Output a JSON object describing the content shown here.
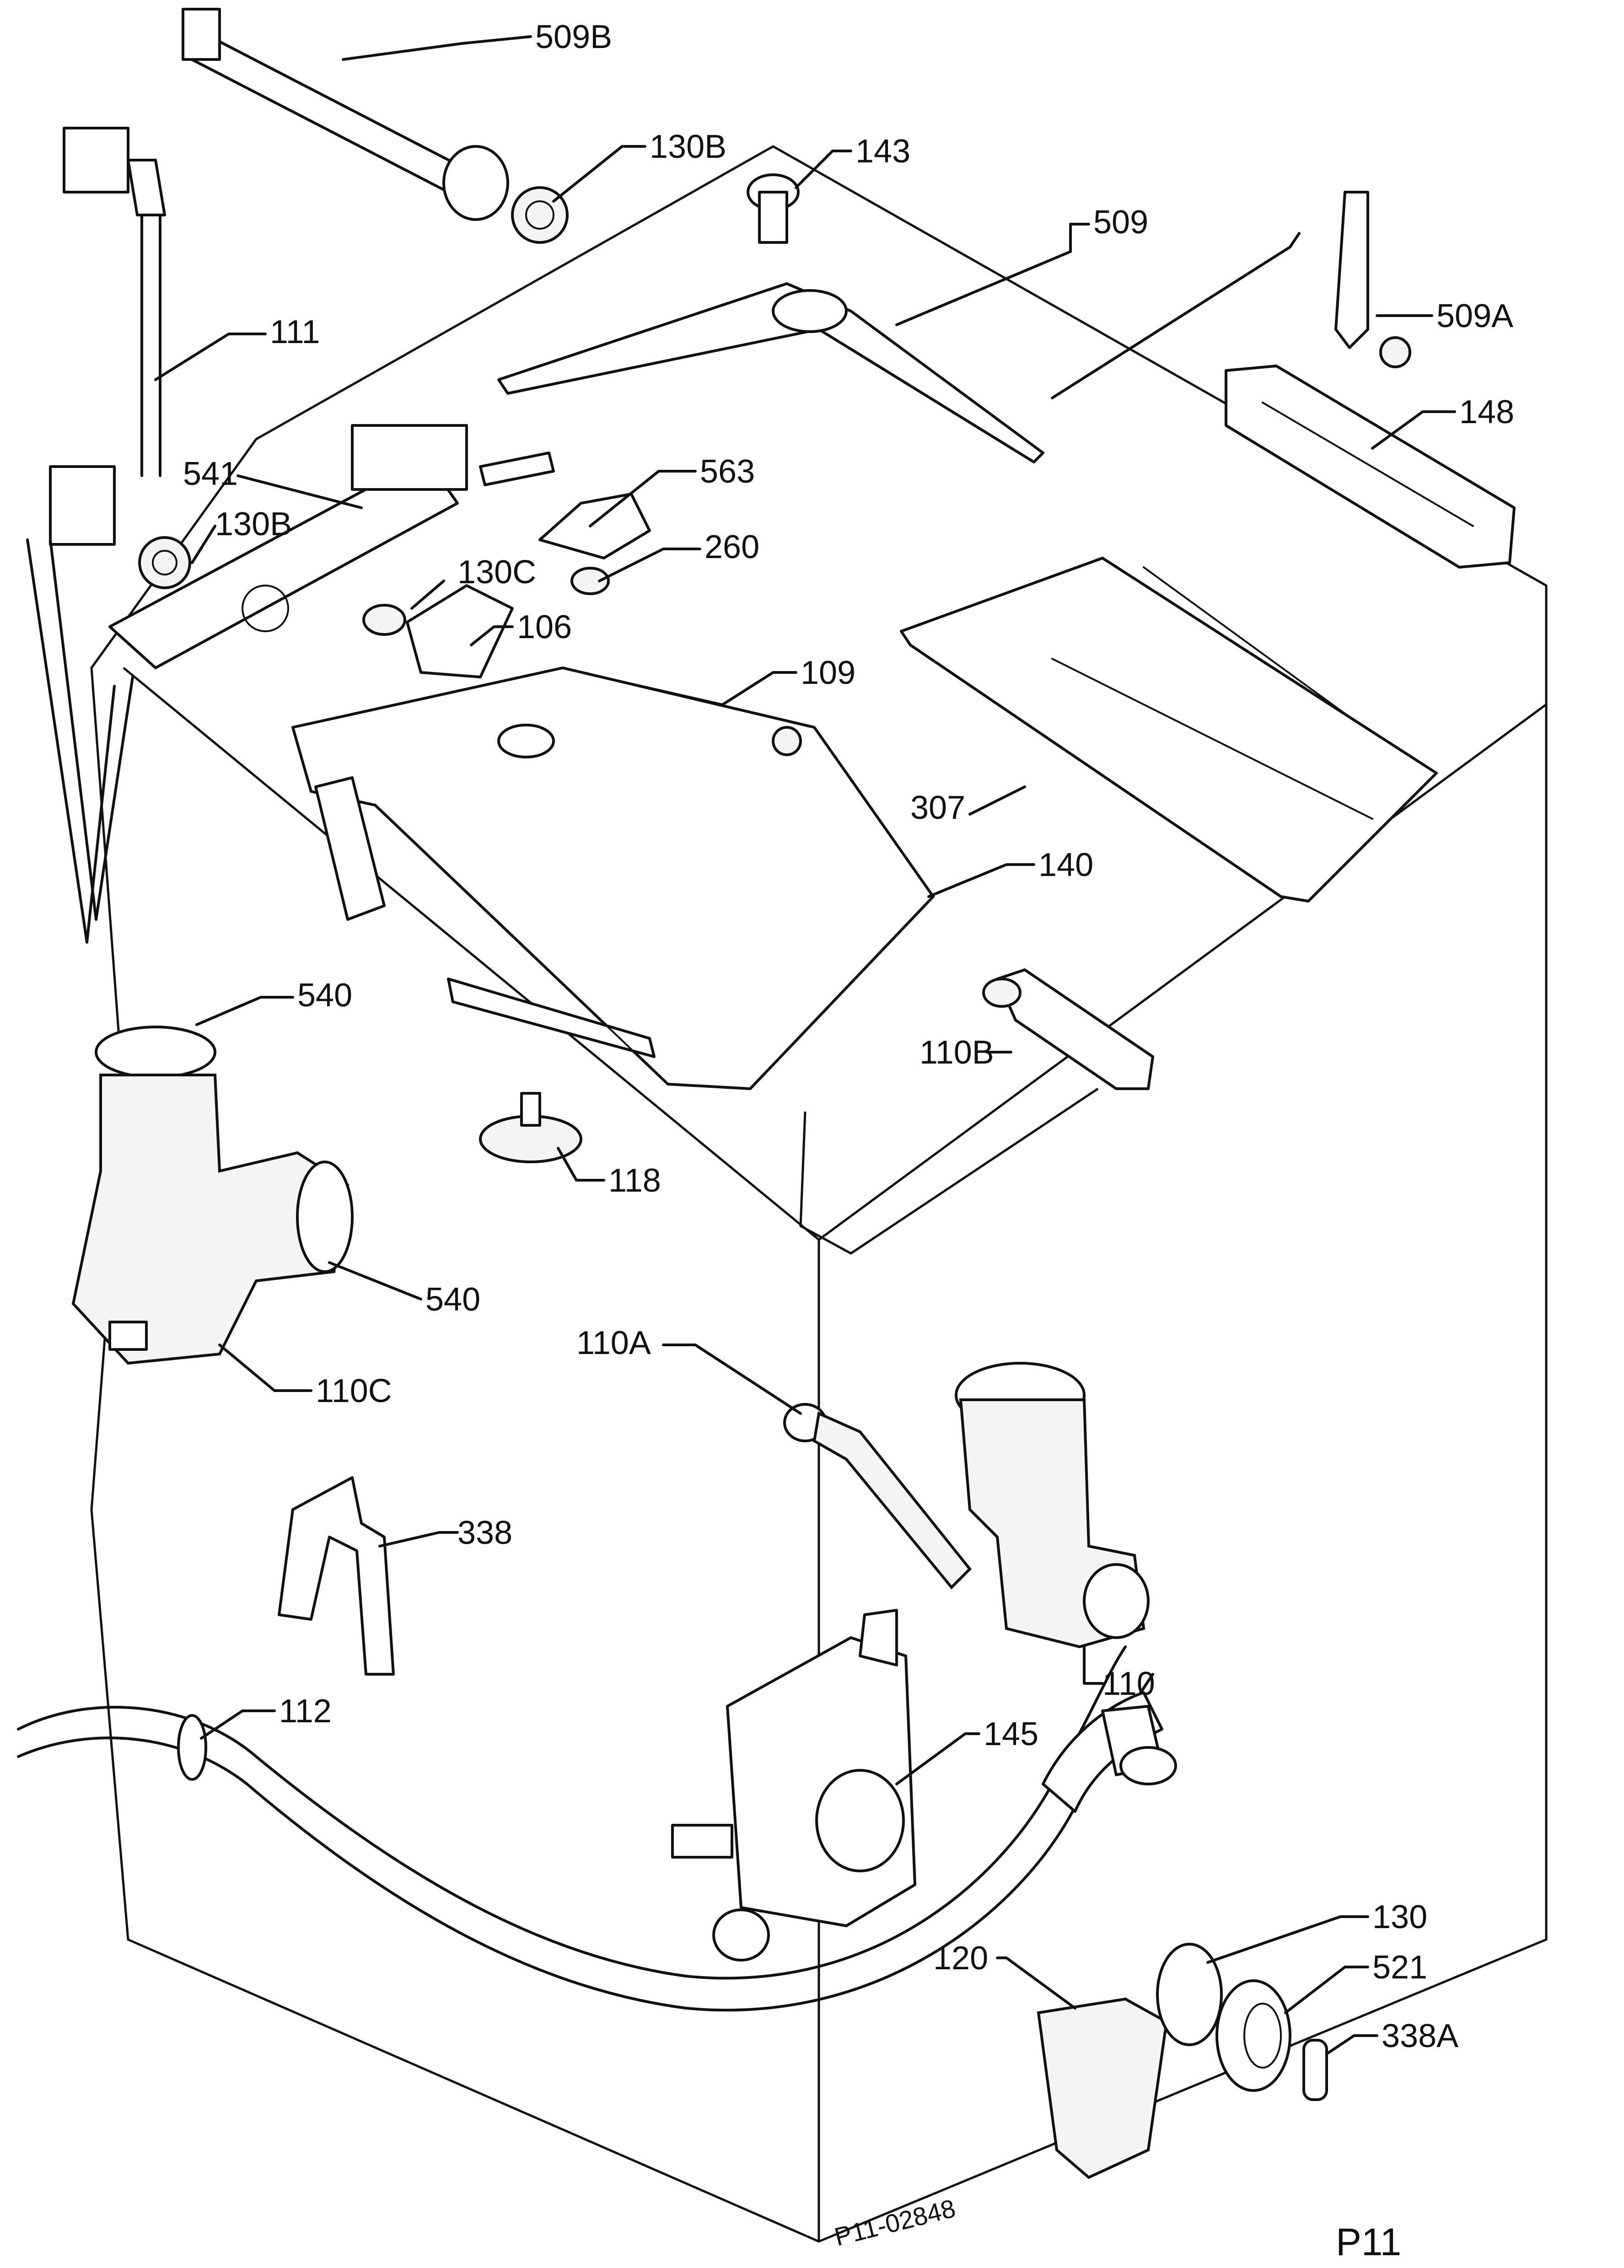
{
  "labels": {
    "p509b": "509B",
    "p130b_top": "130B",
    "p143": "143",
    "p509": "509",
    "p111": "111",
    "p509a": "509A",
    "p148": "148",
    "p541": "541",
    "p563": "563",
    "p130b_mid": "130B",
    "p260": "260",
    "p130c": "130C",
    "p106": "106",
    "p109": "109",
    "p307": "307",
    "p140": "140",
    "p540_top": "540",
    "p110b": "110B",
    "p118": "118",
    "p540_bottom": "540",
    "p110c": "110C",
    "p110a": "110A",
    "p338": "338",
    "p110": "110",
    "p112": "112",
    "p145": "145",
    "p130": "130",
    "p120": "120",
    "p521": "521",
    "p338a": "338A"
  },
  "footer": {
    "drawing_code": "P11-02848",
    "page_ref": "P11"
  }
}
